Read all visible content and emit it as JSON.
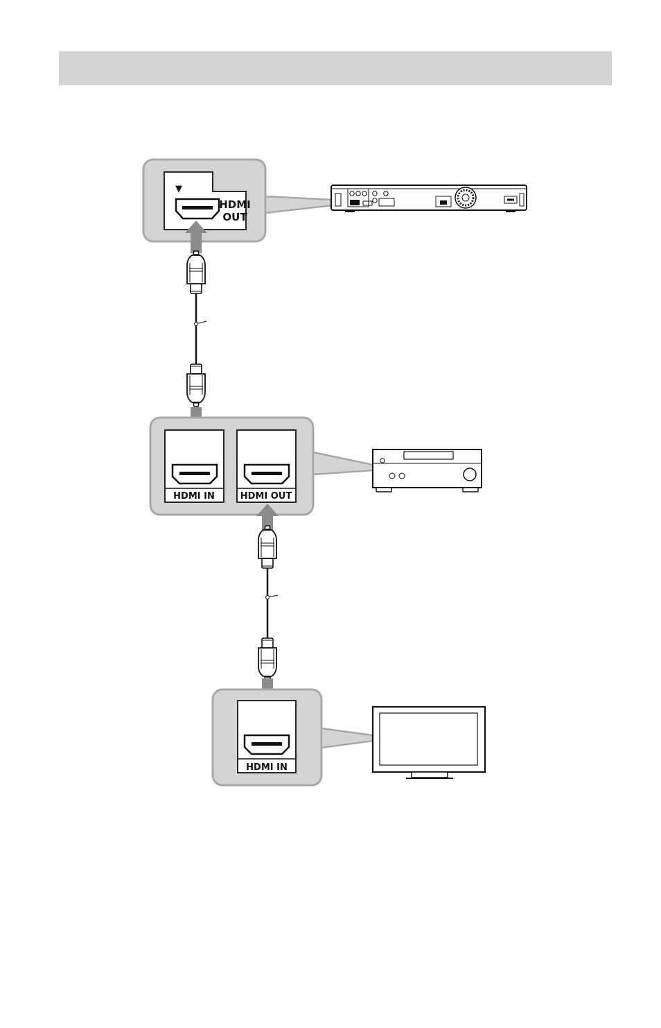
{
  "header": {
    "text": ""
  },
  "player_panel": {
    "marker": "▼",
    "label_line1": "HDMI",
    "label_line2": "OUT"
  },
  "receiver_panel": {
    "in_label": "HDMI IN",
    "out_label": "HDMI OUT"
  },
  "tv_panel": {
    "in_label": "HDMI IN"
  },
  "colors": {
    "panel_fill": "#d4d4d4",
    "panel_border": "#a8a8a8",
    "arrow": "#8c8c8c",
    "header_band": "#d3d3d3"
  }
}
